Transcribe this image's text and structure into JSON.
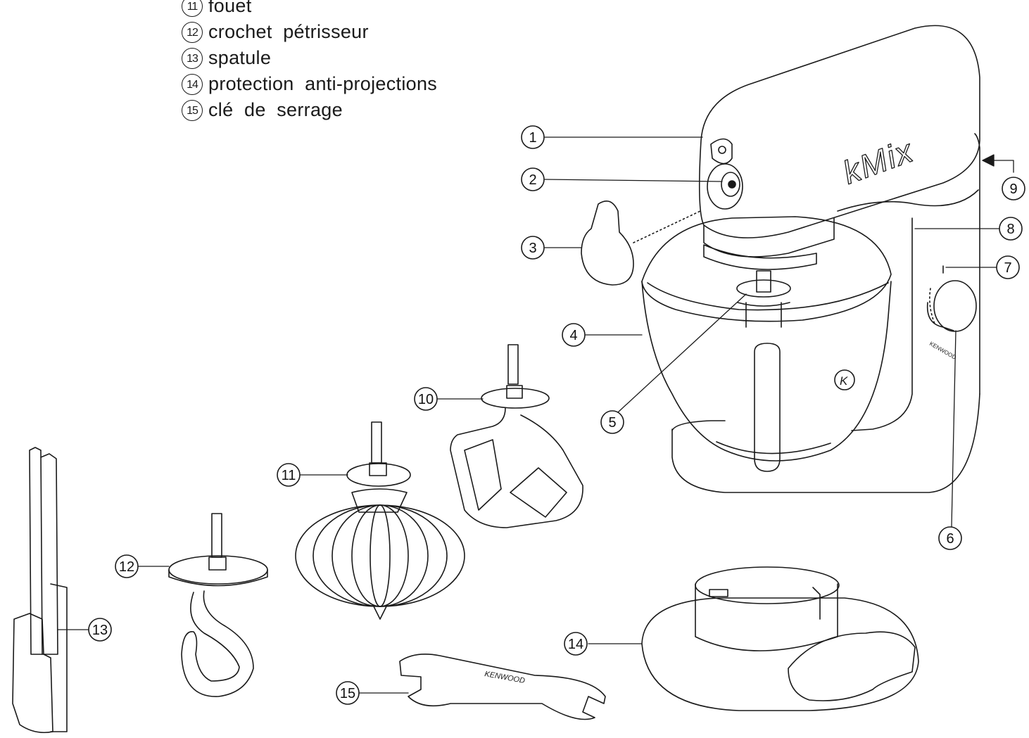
{
  "legend": [
    {
      "num": "11",
      "text": "fouet"
    },
    {
      "num": "12",
      "text": "crochet  pétrisseur"
    },
    {
      "num": "13",
      "text": "spatule"
    },
    {
      "num": "14",
      "text": "protection  anti-projections"
    },
    {
      "num": "15",
      "text": "clé  de  serrage"
    }
  ],
  "callouts": [
    "1",
    "2",
    "3",
    "4",
    "5",
    "6",
    "7",
    "8",
    "9",
    "10",
    "11",
    "12",
    "13",
    "14",
    "15"
  ],
  "branding": {
    "model": "kMix",
    "maker": "KENWOOD",
    "wrench_text": "KENWOOD",
    "bowl_logo": "K"
  }
}
